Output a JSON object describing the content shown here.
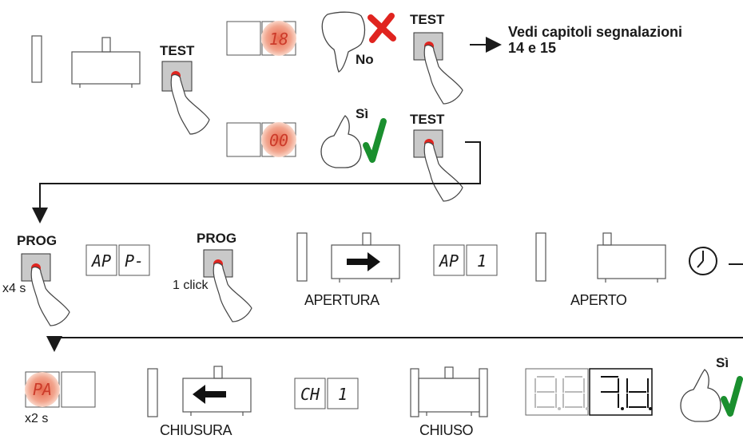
{
  "test_label": "TEST",
  "prog_label": "PROG",
  "ok_no": "No",
  "ok_si": "Sì",
  "note": {
    "line1": "Vedi capitoli segnalazioni",
    "line2": "14 e 15"
  },
  "displays": {
    "error_code": "18",
    "ok_code": "00",
    "ap_left": "AP",
    "ap_right": "P-",
    "ap1_left": "AP",
    "ap1_right": "1",
    "pa_code": "PA",
    "ch1_left": "CH",
    "ch1_right": "1"
  },
  "press": {
    "x4s": "x4 s",
    "click": "1 click",
    "x2s": "x2 s"
  },
  "states": {
    "apertura": "APERTURA",
    "aperto": "APERTO",
    "chiusura": "CHIUSURA",
    "chiuso": "CHIUSO"
  },
  "colors": {
    "red": "#e0241f",
    "green": "#1a8f2e",
    "glow": "#f2a58e",
    "gray": "#c9c9c9"
  }
}
